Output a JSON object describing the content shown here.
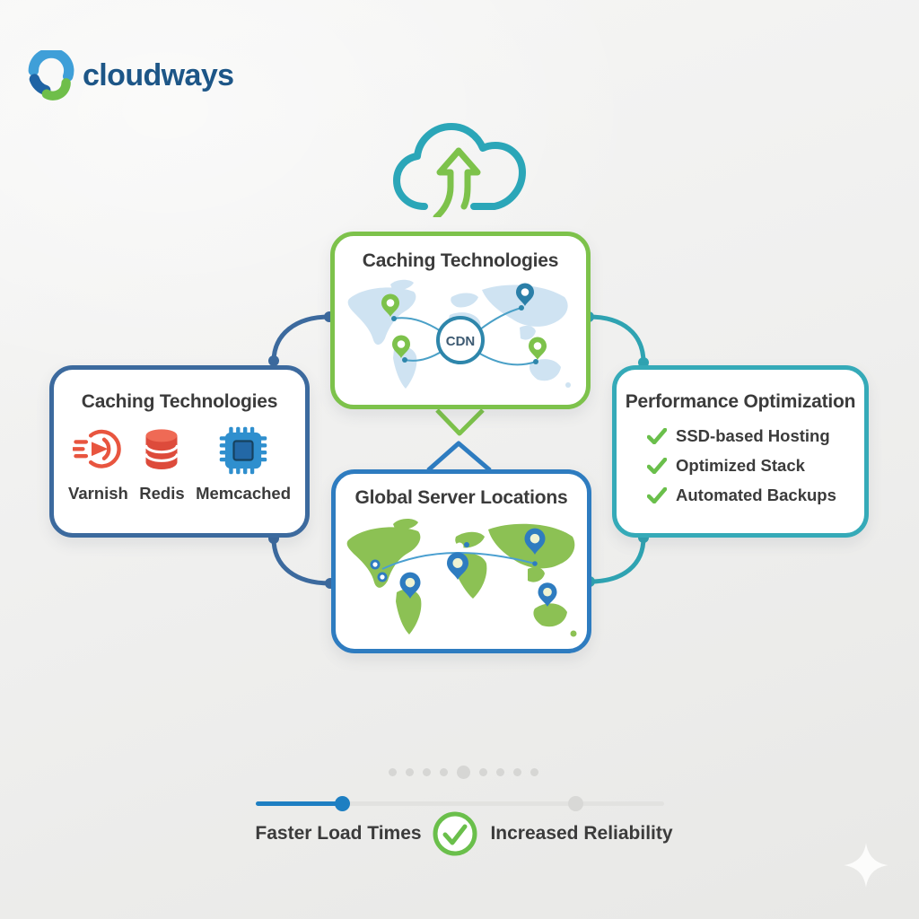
{
  "brand": {
    "name": "cloudways"
  },
  "diagram": {
    "cdn_box": {
      "title": "Caching Technologies",
      "hub_label": "CDN"
    },
    "caching_box": {
      "title": "Caching Technologies",
      "technologies": [
        {
          "label": "Varnish",
          "icon": "varnish-icon"
        },
        {
          "label": "Redis",
          "icon": "redis-icon"
        },
        {
          "label": "Memcached",
          "icon": "memcached-icon"
        }
      ]
    },
    "performance_box": {
      "title": "Performance Optimization",
      "features": [
        {
          "label": "SSD-based Hosting"
        },
        {
          "label": "Optimized Stack"
        },
        {
          "label": "Automated Backups"
        }
      ]
    },
    "locations_box": {
      "title": "Global Server Locations"
    }
  },
  "footer": {
    "dots": {
      "count": 9,
      "active_index": 4
    },
    "slider": {
      "blue_knob_pct": 21,
      "gray_knob_pct": 78
    },
    "left_label": "Faster Load Times",
    "right_label": "Increased Reliability"
  },
  "colors": {
    "green": "#7dc24b",
    "teal": "#35aab8",
    "navy": "#3c6a9e",
    "blue": "#2e7cc0",
    "slider_blue": "#1e7fc2",
    "check_green": "#6abf4b",
    "varnish_red": "#e8553f",
    "redis_red": "#dd4b3b",
    "chip_blue": "#2f8fce",
    "text": "#3b3b3b",
    "logo_text": "#1d5687"
  }
}
